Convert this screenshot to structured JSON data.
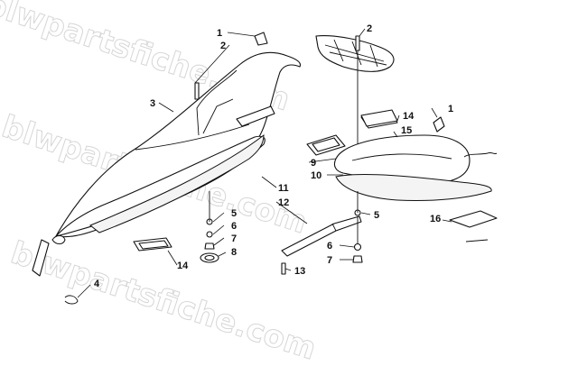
{
  "watermark": "blwpartsfiche.com",
  "callouts": {
    "c1_top": "1",
    "c2_left": "2",
    "c2_right": "2",
    "c3": "3",
    "c14_right": "14",
    "c1_right": "1",
    "c15": "15",
    "c9": "9",
    "c10": "10",
    "c11": "11",
    "c12": "12",
    "c5_left": "5",
    "c6_left": "6",
    "c7_left": "7",
    "c8": "8",
    "c5_right": "5",
    "c16": "16",
    "c6_right": "6",
    "c7_right": "7",
    "c14_left": "14",
    "c13": "13",
    "c4": "4"
  }
}
